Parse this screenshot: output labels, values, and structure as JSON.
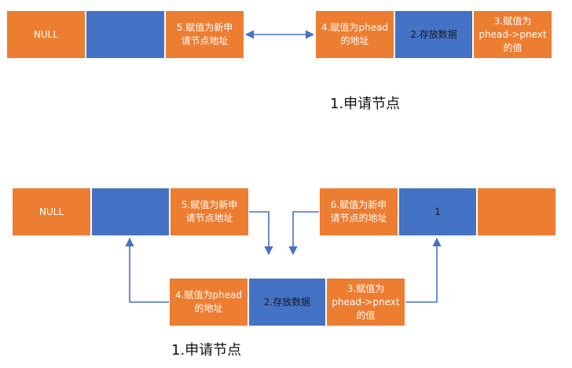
{
  "top_row": {
    "left_node": {
      "null_label": "NULL",
      "next_label": "5.赋值为新申\n请节点地址"
    },
    "right_node": {
      "prev_label": "4.赋值为phead\n的地址",
      "data_label": "2.存放数据",
      "next_label": "3.赋值为\nphead->pnext\n的值"
    },
    "caption": "1.申请节点"
  },
  "bottom_row": {
    "left_node": {
      "null_label": "NULL",
      "next_label": "5.赋值为新申\n请节点地址"
    },
    "right_node": {
      "prev_label": "6.赋值为新申\n请节点的地址",
      "data_label": "1"
    },
    "middle_node": {
      "prev_label": "4.赋值为phead\n的地址",
      "data_label": "2.存放数据",
      "next_label": "3.赋值为\nphead->pnext\n的值"
    },
    "caption": "1.申请节点"
  },
  "colors": {
    "orange": "#ed7d31",
    "blue": "#4472c4",
    "arrow": "#4472c4"
  }
}
